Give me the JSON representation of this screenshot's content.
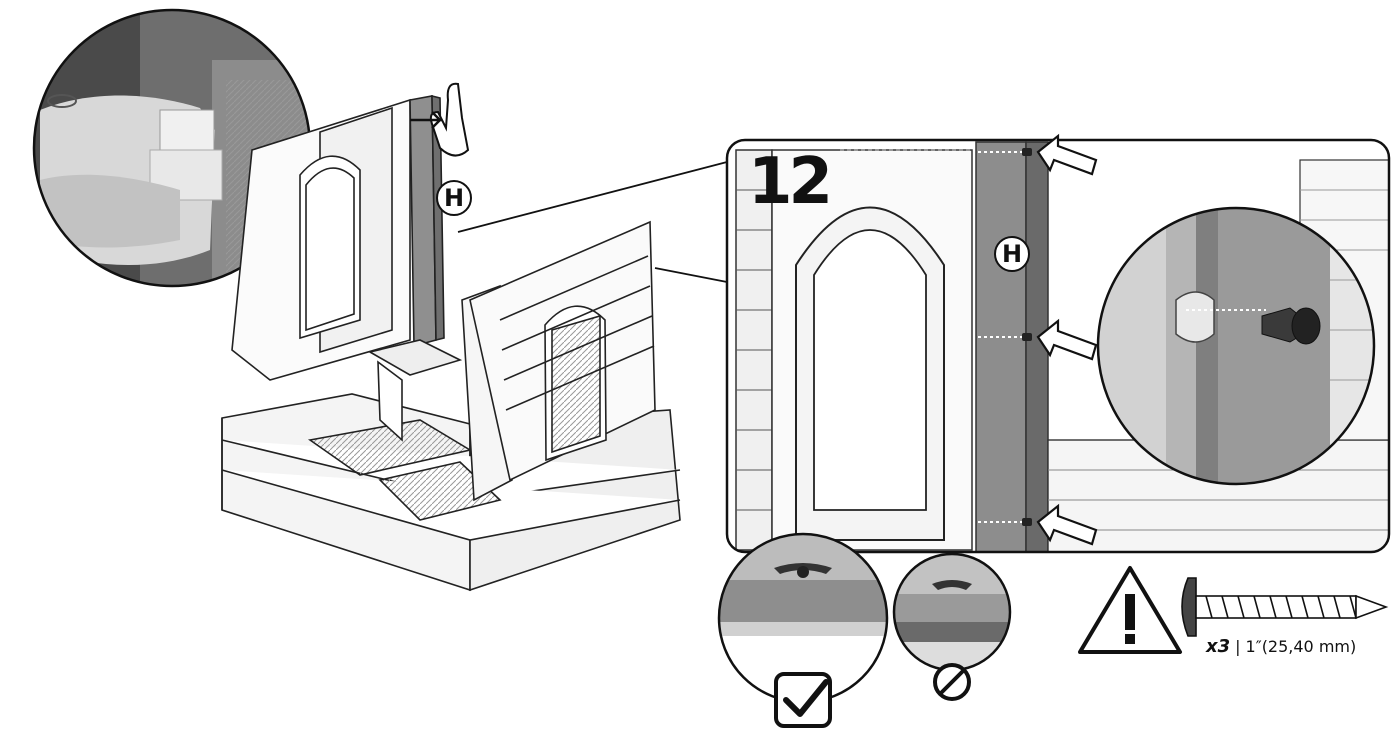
{
  "step": {
    "number": "12"
  },
  "parts": {
    "label": "H"
  },
  "fastener": {
    "quantity": "x3",
    "size": "1″(25,40 mm)"
  },
  "icons": {
    "warning": "warning-triangle-icon",
    "correct": "checkmark-box-icon",
    "incorrect": "prohibited-icon",
    "hand": "hand-press-icon",
    "screw": "screw-icon"
  },
  "colors": {
    "line": "#111111",
    "panel": "#8a8a8a",
    "background": "#ffffff"
  }
}
